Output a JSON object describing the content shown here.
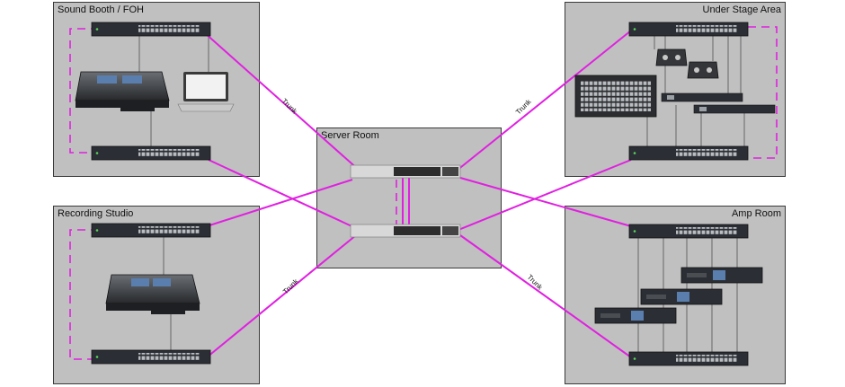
{
  "rooms": {
    "sound_booth": "Sound Booth / FOH",
    "under_stage": "Under Stage Area",
    "server_room": "Server Room",
    "recording_studio": "Recording Studio",
    "amp_room": "Amp Room"
  },
  "trunks": {
    "sound_booth": "Trunk",
    "under_stage": "Trunk",
    "recording_studio": "Trunk",
    "amp_room": "Trunk"
  },
  "colors": {
    "link": "#e020e0",
    "zone": "#c0c0c0",
    "switch": "#2b2f35",
    "core_switch": "#d8d8d8"
  }
}
